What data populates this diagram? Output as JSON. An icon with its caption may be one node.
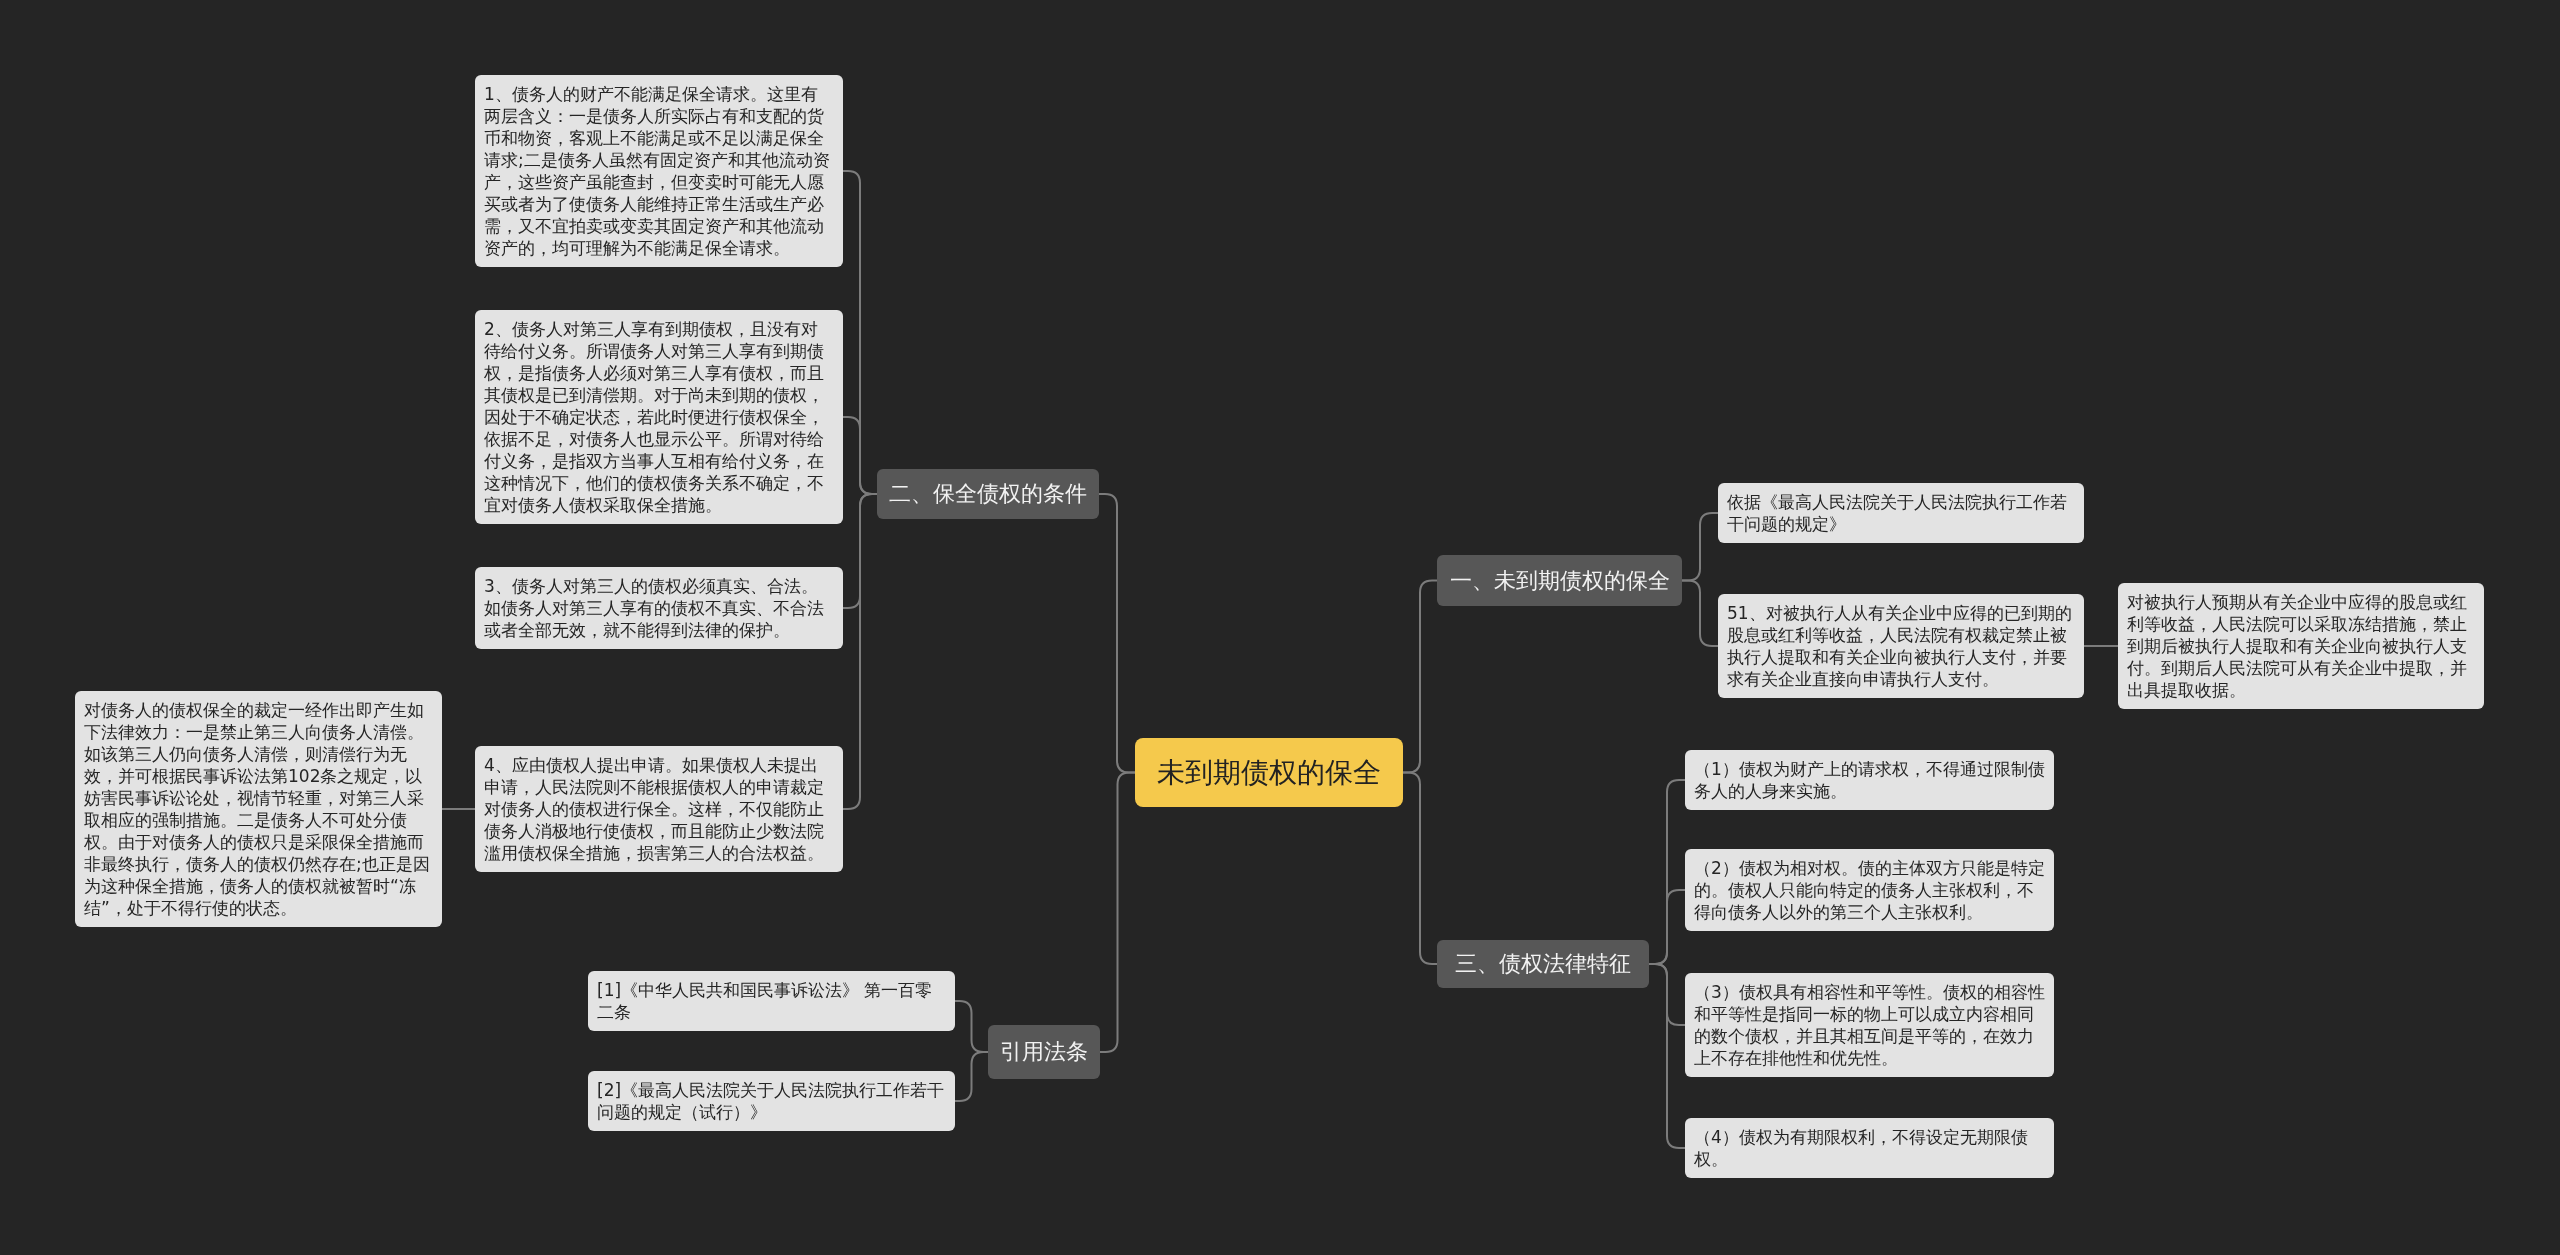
{
  "diagram": {
    "nodes": [
      {
        "text": [
          "未到期债权的保全"
        ]
      },
      {
        "text": [
          "一、未到期债权的保全"
        ]
      },
      {
        "text": [
          "依据《最高人民法院关于人民法院执行工作若干问题的规定》"
        ]
      },
      {
        "text": [
          "51、对被执行人从有关企业中应得的已到期的股息或红利等收益，人民法院有权裁定禁止被执行人提取和有关企业向被执行人支付，并要求有关企业直接向申请执行人支付。"
        ]
      },
      {
        "text": [
          "对被执行人预期从有关企业中应得的股息或红利等收益，人民法院可以采取冻结措施，禁止到期后被执行人提取和有关企业向被执行人支付。到期后人民法院可从有关企业中提取，并出具提取收据。"
        ]
      },
      {
        "text": [
          "三、债权法律特征"
        ]
      },
      {
        "text": [
          "（1）债权为财产上的请求权，不得通过限制债务人的人身来实施。"
        ]
      },
      {
        "text": [
          "（2）债权为相对权。债的主体双方只能是特定的。债权人只能向特定的债务人主张权利，不得向债务人以外的第三个人主张权利。"
        ]
      },
      {
        "text": [
          "（3）债权具有相容性和平等性。债权的相容性和平等性是指同一标的物上可以成立内容相同的数个债权，并且其相互间是平等的，在效力上不存在排他性和优先性。"
        ]
      },
      {
        "text": [
          "（4）债权为有期限权利，不得设定无期限债权。"
        ]
      },
      {
        "text": [
          "二、保全债权的条件"
        ]
      },
      {
        "text": [
          "1、债务人的财产不能满足保全请求。这里有两层含义：一是债务人所实际占有和支配的货币和物资，客观上不能满足或不足以满足保全请求;二是债务人虽然有固定资产和其他流动资产，这些资产虽能查封，但变卖时可能无人愿买或者为了使债务人能维持正常生活或生产必需，又不宜拍卖或变卖其固定资产和其他流动资产的，均可理解为不能满足保全请求。"
        ]
      },
      {
        "text": [
          "2、债务人对第三人享有到期债权，且没有对待给付义务。所谓债务人对第三人享有到期债权，是指债务人必须对第三人享有债权，而且其债权是已到清偿期。对于尚未到期的债权，因处于不确定状态，若此时便进行债权保全，依据不足，对债务人也显示公平。所谓对待给付义务，是指双方当事人互相有给付义务，在这种情况下，他们的债权债务关系不确定，不宜对债务人债权采取保全措施。"
        ]
      },
      {
        "text": [
          "3、债务人对第三人的债权必须真实、合法。如债务人对第三人享有的债权不真实、不合法或者全部无效，就不能得到法律的保护。"
        ]
      },
      {
        "text": [
          "4、应由债权人提出申请。如果债权人未提出申请，人民法院则不能根据债权人的申请裁定对债务人的债权进行保全。这样，不仅能防止债务人消极地行使债权，而且能防止少数法院滥用债权保全措施，损害第三人的合法权益。"
        ]
      },
      {
        "text": [
          "对债务人的债权保全的裁定一经作出即产生如下法律效力：一是禁止第三人向债务人清偿。如该第三人仍向债务人清偿，则清偿行为无效，并可根据民事诉讼法第102条之规定，以妨害民事诉讼论处，视情节轻重，对第三人采取相应的强制措施。二是债务人不可处分债权。由于对债务人的债权只是采限保全措施而非最终执行，债务人的债权仍然存在;也正是因为这种保全措施，债务人的债权就被暂时“冻结”，处于不得行使的状态。"
        ]
      },
      {
        "text": [
          "引用法条"
        ]
      },
      {
        "text": [
          "[1]《中华人民共和国民事诉讼法》 第一百零二条"
        ]
      },
      {
        "text": [
          "[2]《最高人民法院关于人民法院执行工作若干问题的规定（试行）》"
        ]
      }
    ],
    "edges": [
      {
        "from": 0,
        "to": 1,
        "arrow": "none"
      },
      {
        "from": 1,
        "to": 2,
        "arrow": "none"
      },
      {
        "from": 1,
        "to": 3,
        "arrow": "none"
      },
      {
        "from": 3,
        "to": 4,
        "arrow": "none"
      },
      {
        "from": 0,
        "to": 5,
        "arrow": "none"
      },
      {
        "from": 5,
        "to": 6,
        "arrow": "none"
      },
      {
        "from": 5,
        "to": 7,
        "arrow": "none"
      },
      {
        "from": 5,
        "to": 8,
        "arrow": "none"
      },
      {
        "from": 5,
        "to": 9,
        "arrow": "none"
      },
      {
        "from": 0,
        "to": 10,
        "arrow": "none"
      },
      {
        "from": 10,
        "to": 11,
        "arrow": "none"
      },
      {
        "from": 10,
        "to": 12,
        "arrow": "none"
      },
      {
        "from": 10,
        "to": 13,
        "arrow": "none"
      },
      {
        "from": 10,
        "to": 14,
        "arrow": "none"
      },
      {
        "from": 14,
        "to": 15,
        "arrow": "none"
      },
      {
        "from": 0,
        "to": 16,
        "arrow": "none"
      },
      {
        "from": 16,
        "to": 17,
        "arrow": "none"
      },
      {
        "from": 16,
        "to": 18,
        "arrow": "none"
      }
    ]
  }
}
